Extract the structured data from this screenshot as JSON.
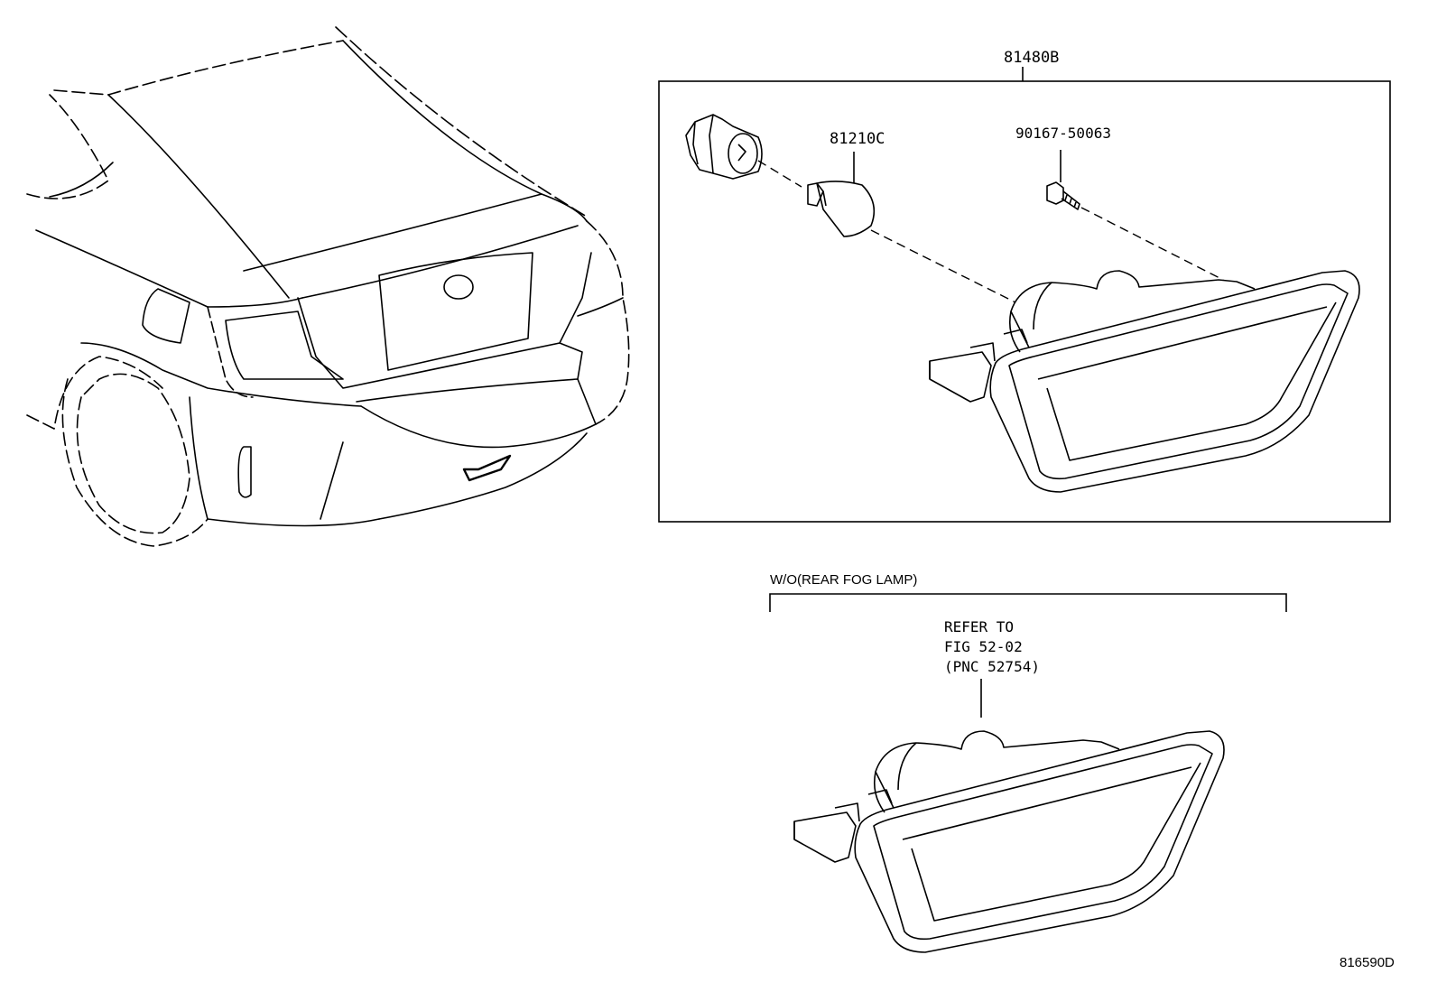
{
  "callouts": {
    "assembly_part": "81480B",
    "bulb_part": "81210C",
    "screw_part": "90167-50063",
    "variant_label": "W/O(REAR FOG LAMP)",
    "refer_line1": "REFER TO",
    "refer_line2": "FIG 52-02",
    "refer_line3": "(PNC 52754)",
    "illustration_id": "816590D"
  }
}
